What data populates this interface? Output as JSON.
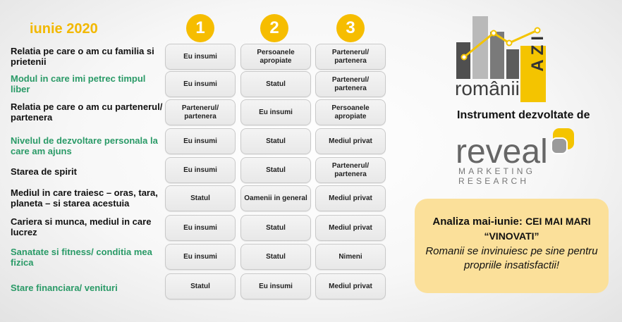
{
  "title": "iunie 2020",
  "columns": [
    "1",
    "2",
    "3"
  ],
  "rows": [
    {
      "label": "Relatia pe care o am cu familia si prietenii",
      "cells": [
        "Eu insumi",
        "Persoanele apropiate",
        "Partenerul/ partenera"
      ]
    },
    {
      "label": "Modul in care imi petrec timpul liber",
      "cells": [
        "Eu insumi",
        "Statul",
        "Partenerul/ partenera"
      ]
    },
    {
      "label": "Relatia pe care o am cu partenerul/ partenera",
      "cells": [
        "Partenerul/ partenera",
        "Eu insumi",
        "Persoanele apropiate"
      ]
    },
    {
      "label": "Nivelul de dezvoltare personala la care am ajuns",
      "cells": [
        "Eu insumi",
        "Statul",
        "Mediul privat"
      ]
    },
    {
      "label": "Starea de spirit",
      "cells": [
        "Eu insumi",
        "Statul",
        "Partenerul/ partenera"
      ]
    },
    {
      "label": "Mediul in care traiesc – oras, tara, planeta – si starea acestuia",
      "cells": [
        "Statul",
        "Oamenii in general",
        "Mediul privat"
      ]
    },
    {
      "label": "Cariera si munca, mediul in care lucrez",
      "cells": [
        "Eu insumi",
        "Statul",
        "Mediul privat"
      ]
    },
    {
      "label": "Sanatate si fitness/ conditia mea fizica",
      "cells": [
        "Eu insumi",
        "Statul",
        "Nimeni"
      ]
    },
    {
      "label": "Stare financiara/ venituri",
      "cells": [
        "Statul",
        "Eu insumi",
        "Mediul privat"
      ]
    }
  ],
  "logo": {
    "brand_left": "românii",
    "brand_right": "AZI"
  },
  "instrument_text": "Instrument dezvoltate de",
  "reveal": {
    "word": "reveal",
    "sub1": "MARKETING",
    "sub2": "RESEARCH"
  },
  "callout": {
    "head_part1": "Analiza mai-iunie:",
    "head_part2": "CEI MAI MARI “VINOVATI”",
    "body": "Romanii se invinuiesc pe sine pentru propriile insatisfactii!"
  },
  "colors": {
    "accent_yellow": "#f6bd00",
    "green_label": "#2a9a67",
    "callout_bg": "#fbe09a"
  }
}
